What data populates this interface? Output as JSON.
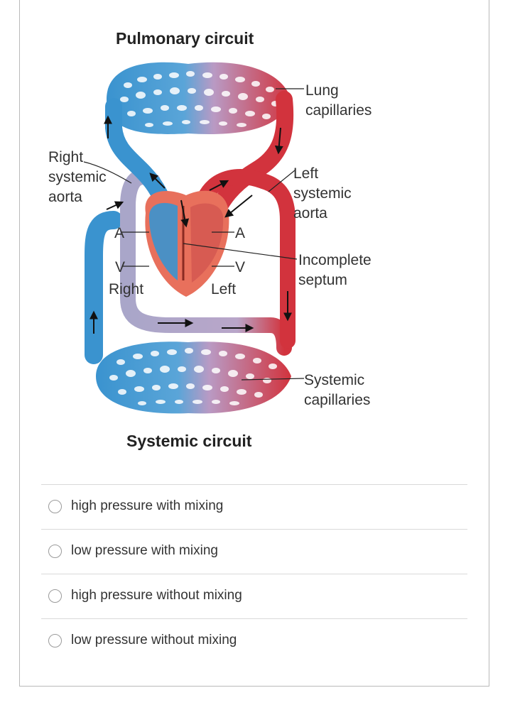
{
  "diagram": {
    "title_top": "Pulmonary circuit",
    "title_bottom": "Systemic circuit",
    "labels": {
      "lung_capillaries": [
        "Lung",
        "capillaries"
      ],
      "right_systemic_aorta": [
        "Right",
        "systemic",
        "aorta"
      ],
      "left_systemic_aorta": [
        "Left",
        "systemic",
        "aorta"
      ],
      "incomplete_septum": [
        "Incomplete",
        "septum"
      ],
      "systemic_capillaries": [
        "Systemic",
        "capillaries"
      ],
      "atrium_right": "A",
      "atrium_left": "A",
      "ventricle_right": "V",
      "ventricle_left": "V",
      "side_right": "Right",
      "side_left": "Left"
    }
  },
  "options": [
    {
      "label": "high pressure with mixing",
      "selected": false
    },
    {
      "label": "low pressure with mixing",
      "selected": false
    },
    {
      "label": "high pressure without mixing",
      "selected": false
    },
    {
      "label": "low pressure without mixing",
      "selected": false
    }
  ]
}
